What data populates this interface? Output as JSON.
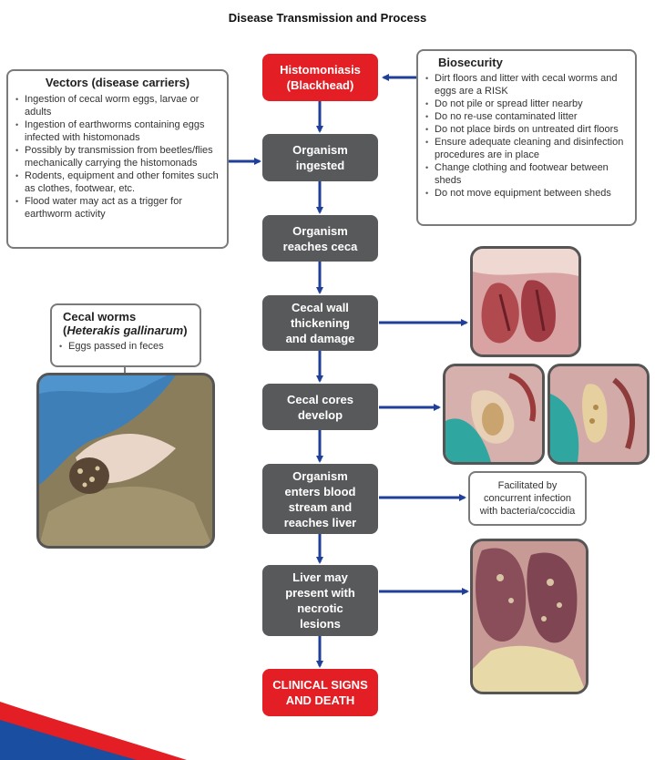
{
  "title": "Disease Transmission and Process",
  "flow": {
    "start": "Histomoniasis\n(Blackhead)",
    "steps": [
      "Organism\ningested",
      "Organism\nreaches ceca",
      "Cecal wall\nthickening\nand damage",
      "Cecal cores\ndevelop",
      "Organism\nenters blood\nstream and\nreaches liver",
      "Liver may\npresent with\nnecrotic\nlesions"
    ],
    "end": "CLINICAL SIGNS\nAND DEATH"
  },
  "vectors": {
    "heading": "Vectors (disease carriers)",
    "items": [
      "Ingestion of cecal worm eggs, larvae or adults",
      "Ingestion of earthworms containing eggs infected with histomonads",
      "Possibly by transmission from beetles/flies mechanically carrying the histomonads",
      "Rodents, equipment and other fomites such as clothes, footwear, etc.",
      "Flood water may act as a trigger for earthworm activity"
    ]
  },
  "biosecurity": {
    "heading": "Biosecurity",
    "items": [
      "Dirt floors and litter with cecal worms and eggs are a RISK",
      "Do not pile or spread litter nearby",
      "Do no re-use contaminated litter",
      "Do not place birds on untreated dirt floors",
      "Ensure adequate cleaning and disinfection procedures are in place",
      "Change clothing and footwear between sheds",
      "Do not move equipment between sheds"
    ]
  },
  "cecal_worms": {
    "heading": "Cecal worms",
    "species": "Heterakis gallinarum",
    "items": [
      "Eggs passed in feces"
    ]
  },
  "facilitated": "Facilitated by\nconcurrent infection\nwith bacteria/coccidia",
  "colors": {
    "arrow": "#1f3f99",
    "step": "#58595b",
    "accent_red": "#e31e24"
  }
}
